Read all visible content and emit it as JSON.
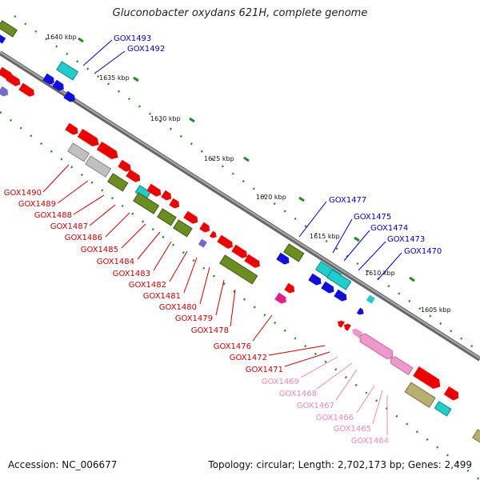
{
  "title": "Gluconobacter oxydans 621H, complete genome",
  "footer": {
    "accession": "Accession: NC_006677",
    "topology": "Topology: circular; Length: 2,702,173 bp; Genes: 2,499"
  },
  "colors": {
    "red": "#ee0000",
    "olive": "#6b8e23",
    "khaki": "#b8b070",
    "cyan": "#22cccc",
    "blue": "#1010dd",
    "gray": "#c0c0c0",
    "magenta": "#e0208a",
    "pink": "#ee99cc",
    "purple": "#7766cc",
    "label_blue": "#0000cc",
    "label_red": "#cc0000",
    "label_pink": "#ee88bb",
    "tick": "#228b22"
  },
  "scale_labels": [
    "1640 kbp",
    "1635 kbp",
    "1630 kbp",
    "1625 kbp",
    "1620 kbp",
    "1615 kbp",
    "1610 kbp",
    "1605 kbp"
  ],
  "blue_labels": [
    "GOX1493",
    "GOX1492",
    "GOX1477",
    "GOX1475",
    "GOX1474",
    "GOX1473",
    "GOX1470"
  ],
  "red_labels": [
    "GOX1490",
    "GOX1489",
    "GOX1488",
    "GOX1487",
    "GOX1486",
    "GOX1485",
    "GOX1484",
    "GOX1483",
    "GOX1482",
    "GOX1481",
    "GOX1480",
    "GOX1479",
    "GOX1478",
    "GOX1476",
    "GOX1472",
    "GOX1471"
  ],
  "pink_labels": [
    "GOX1469",
    "GOX1468",
    "GOX1467",
    "GOX1466",
    "GOX1465",
    "GOX1464"
  ]
}
